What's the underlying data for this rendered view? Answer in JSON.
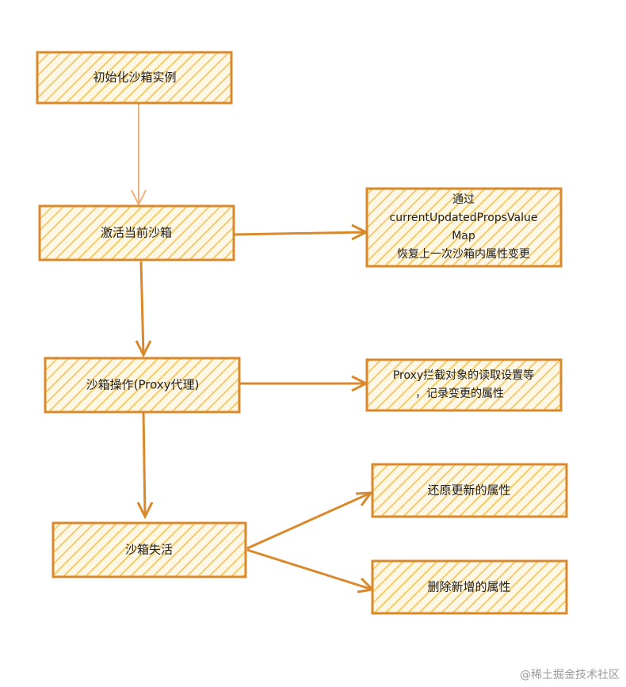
{
  "colors": {
    "box_stroke": "#d9892b",
    "box_fill": "#f3cd6b",
    "arrow_primary": "#d9892b",
    "arrow_light": "#efb27a",
    "text": "#1f1f1f",
    "watermark": "#9a9a9a"
  },
  "nodes": {
    "init": {
      "label": "初始化沙箱实例"
    },
    "activate": {
      "label": "激活当前沙箱"
    },
    "restore_prev": {
      "line1": "通过",
      "line2": "currentUpdatedPropsValue",
      "line3": "Map",
      "line4": "恢复上一次沙箱内属性变更"
    },
    "operate": {
      "label": "沙箱操作(Proxy代理)"
    },
    "proxy_note": {
      "line1": "Proxy拦截对象的读取设置等",
      "line2": "，记录变更的属性"
    },
    "deactivate": {
      "label": "沙箱失活"
    },
    "restore_updated": {
      "label": "还原更新的属性"
    },
    "delete_added": {
      "label": "删除新增的属性"
    }
  },
  "watermark": "@稀土掘金技术社区"
}
